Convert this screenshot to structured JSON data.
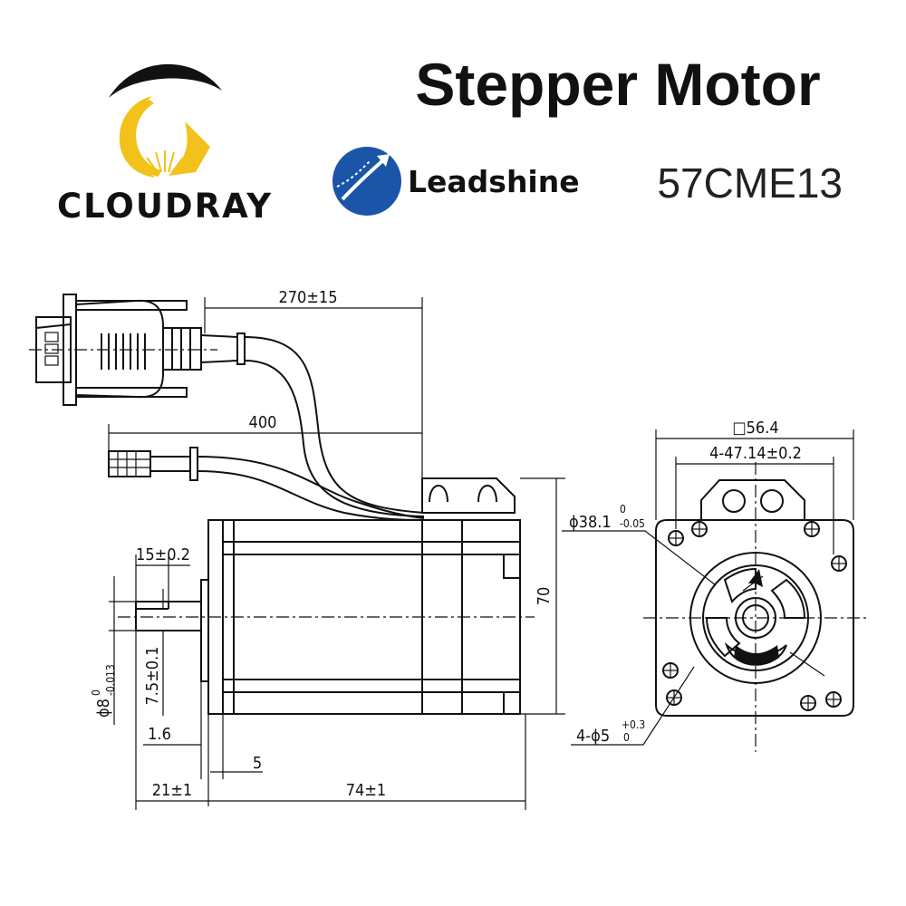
{
  "header": {
    "brand_name": "CLOUDRAY",
    "title": "Stepper Motor",
    "partner_brand": "Leadshine",
    "model": "57CME13"
  },
  "colors": {
    "logo_black": "#111111",
    "logo_gold": "#F2C21A",
    "leadshine_blue": "#1A55A8",
    "line": "#111111"
  },
  "icons": {
    "cloudray_logo": "crescent-sun-logo",
    "leadshine_logo": "blue-circle-arrow-logo"
  },
  "dimensions": {
    "cable_270": "270±15",
    "cable_400": "400",
    "shaft_length": "15±0.2",
    "shaft_flat": "7.5±0.1",
    "shaft_dia_base": "ϕ8",
    "shaft_dia_tol_upper": "0",
    "shaft_dia_tol_lower": "-0.013",
    "flange_thick": "1.6",
    "boss_depth": "5",
    "shaft_ext": "21±1",
    "body_length": "74±1",
    "height": "70",
    "square": "□56.4",
    "bolt_spacing": "4-47.14±0.2",
    "pilot_dia_base": "ϕ38.1",
    "pilot_tol_upper": "0",
    "pilot_tol_lower": "-0.05",
    "holes_base": "4-ϕ5",
    "holes_tol_upper": "+0.3",
    "holes_tol_lower": "0"
  }
}
